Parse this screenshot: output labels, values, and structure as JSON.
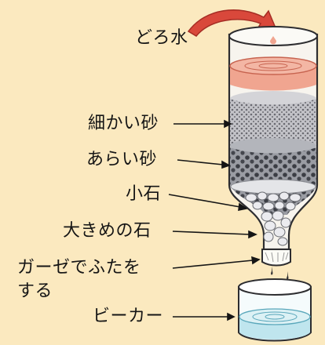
{
  "labels": {
    "muddy_water": "どろ水",
    "fine_sand": "細かい砂",
    "coarse_sand": "あらい砂",
    "small_stones": "小石",
    "large_stones": "大きめの石",
    "gauze_line1": "ガーゼでふたを",
    "gauze_line2": "する",
    "beaker": "ビーカー"
  },
  "colors": {
    "background": "#fbe9bf",
    "arrow": "#d9483b",
    "muddy_water": "#f0a590",
    "fine_sand": "#b8b8bd",
    "coarse_sand": "#8f9298",
    "stones": "#e8e8ec",
    "beaker_water": "#bfe5ee"
  }
}
